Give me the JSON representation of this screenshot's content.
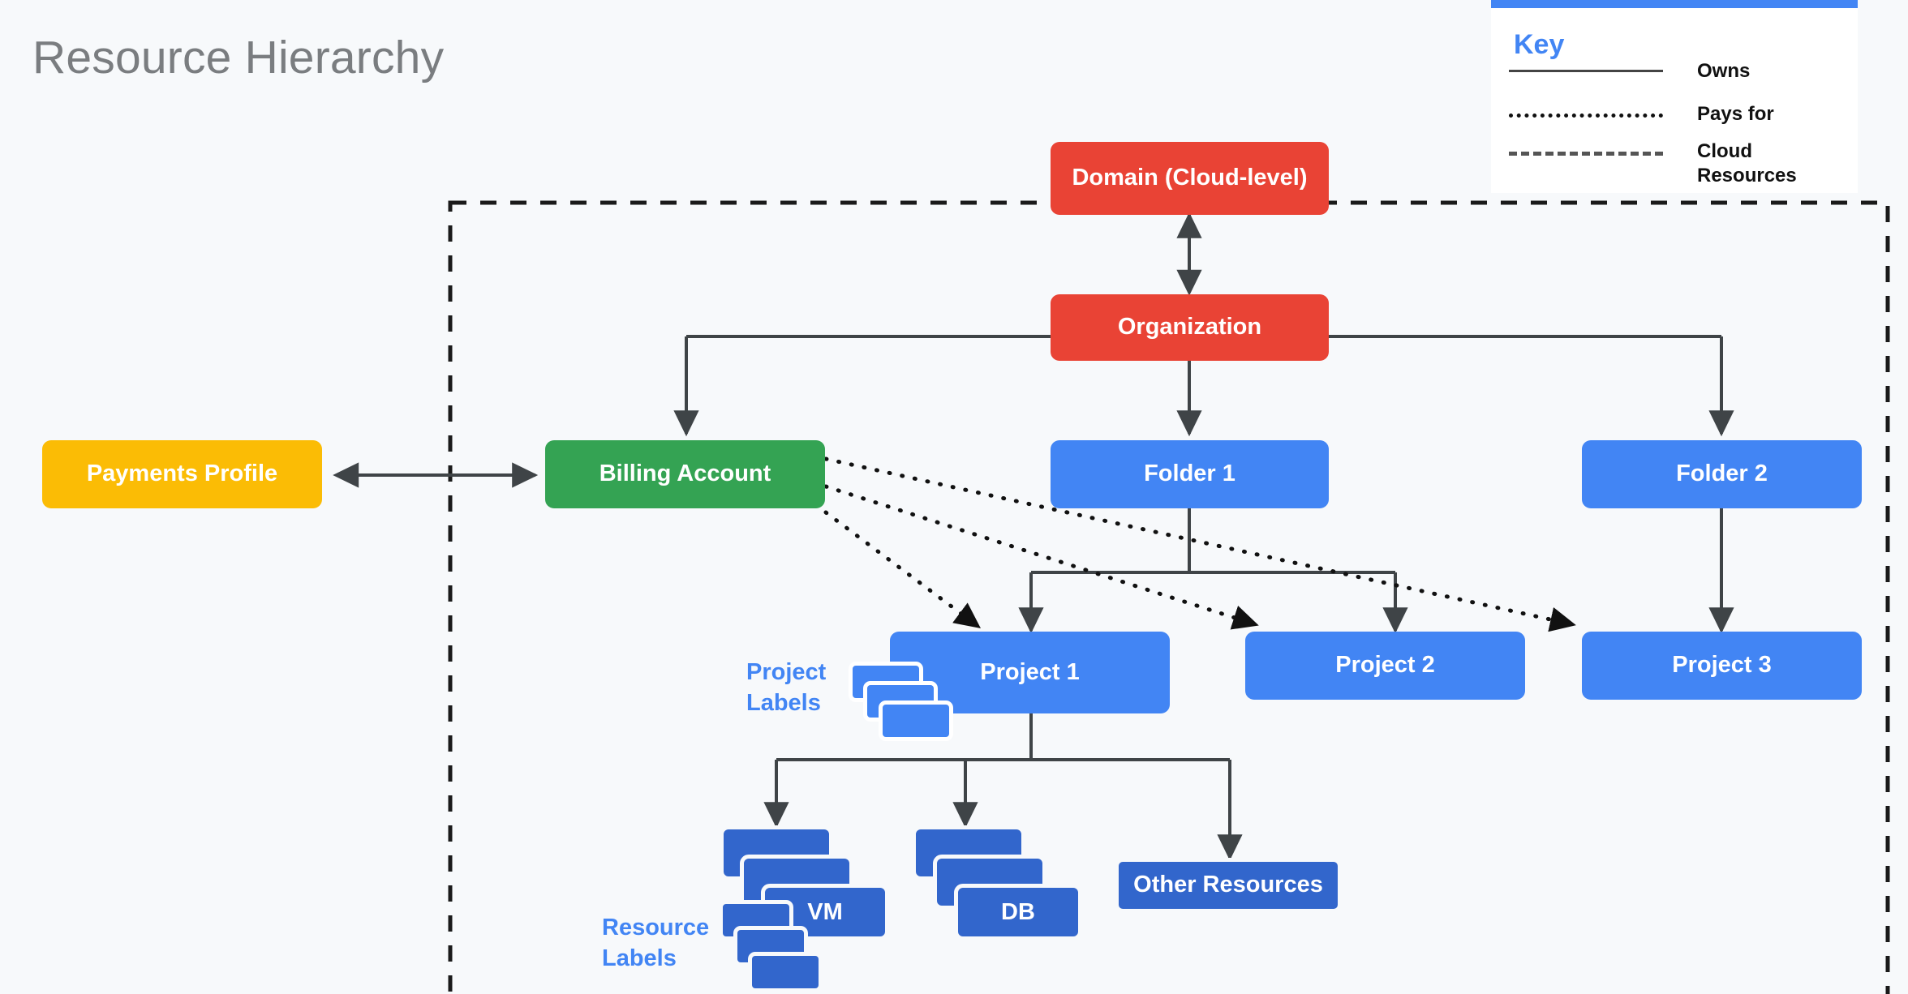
{
  "page": {
    "title": "Resource Hierarchy",
    "background_color": "#f7f9fb",
    "title_color": "#7a7d80"
  },
  "colors": {
    "red": "#e94335",
    "green": "#34a353",
    "blue": "#4285f4",
    "yellow": "#fbbc05",
    "dark_blue": "#3266cc",
    "line": "#444444",
    "accent": "#4285f4"
  },
  "key": {
    "title": "Key",
    "rows": [
      {
        "label": "Owns",
        "style": "solid"
      },
      {
        "label": "Pays for",
        "style": "dotted"
      },
      {
        "label": "Cloud Resources",
        "style": "dashed"
      }
    ]
  },
  "nodes": {
    "domain": "Domain (Cloud-level)",
    "organization": "Organization",
    "payments_profile": "Payments Profile",
    "billing_account": "Billing Account",
    "folder1": "Folder 1",
    "folder2": "Folder 2",
    "project1": "Project 1",
    "project2": "Project 2",
    "project3": "Project 3",
    "vm": "VM",
    "db": "DB",
    "other_resources": "Other Resources"
  },
  "annotations": {
    "project_labels": "Project\nLabels",
    "project_labels_line1": "Project",
    "project_labels_line2": "Labels",
    "resource_labels_line1": "Resource",
    "resource_labels_line2": "Labels"
  },
  "chart_data": {
    "type": "diagram",
    "title": "Resource Hierarchy",
    "edges": [
      {
        "from": "Organization",
        "to": "Domain (Cloud-level)",
        "style": "solid",
        "arrows": "both",
        "relation": "Owns"
      },
      {
        "from": "Organization",
        "to": "Billing Account",
        "style": "solid",
        "arrows": "to",
        "relation": "Owns"
      },
      {
        "from": "Organization",
        "to": "Folder 1",
        "style": "solid",
        "arrows": "to",
        "relation": "Owns"
      },
      {
        "from": "Organization",
        "to": "Folder 2",
        "style": "solid",
        "arrows": "to",
        "relation": "Owns"
      },
      {
        "from": "Payments Profile",
        "to": "Billing Account",
        "style": "solid",
        "arrows": "both",
        "relation": "Owns"
      },
      {
        "from": "Folder 1",
        "to": "Project 1",
        "style": "solid",
        "arrows": "to",
        "relation": "Owns"
      },
      {
        "from": "Folder 1",
        "to": "Project 2",
        "style": "solid",
        "arrows": "to",
        "relation": "Owns"
      },
      {
        "from": "Folder 2",
        "to": "Project 3",
        "style": "solid",
        "arrows": "to",
        "relation": "Owns"
      },
      {
        "from": "Billing Account",
        "to": "Project 1",
        "style": "dotted",
        "arrows": "to",
        "relation": "Pays for"
      },
      {
        "from": "Billing Account",
        "to": "Project 2",
        "style": "dotted",
        "arrows": "to",
        "relation": "Pays for"
      },
      {
        "from": "Billing Account",
        "to": "Project 3",
        "style": "dotted",
        "arrows": "to",
        "relation": "Pays for"
      },
      {
        "from": "Project 1",
        "to": "VM",
        "style": "solid",
        "arrows": "to",
        "relation": "Owns"
      },
      {
        "from": "Project 1",
        "to": "DB",
        "style": "solid",
        "arrows": "to",
        "relation": "Owns"
      },
      {
        "from": "Project 1",
        "to": "Other Resources",
        "style": "solid",
        "arrows": "to",
        "relation": "Owns"
      }
    ],
    "boundary": {
      "style": "dashed",
      "label": "Cloud Resources"
    }
  }
}
